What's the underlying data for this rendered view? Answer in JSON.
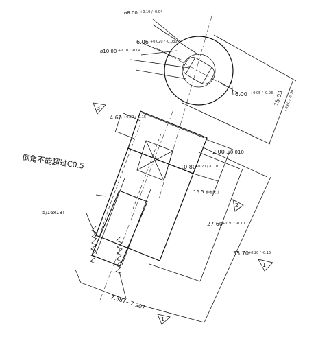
{
  "dimensions": {
    "hole_small": "ø8.00",
    "hole_small_tol": "+0.10 / -0.04",
    "slot_width": "6.06",
    "slot_width_tol": "+0.020 / -0.030",
    "hole_large": "ø10.00",
    "hole_large_tol": "+0.10 / -0.04",
    "slot_depth": "6.00",
    "slot_depth_tol": "+0.05 / -0.03",
    "outer_diameter": "15.03",
    "outer_diameter_tol": "+0.60 / -0.50",
    "head_height": "4.60",
    "head_height_tol": "+0.50 / -0.15",
    "shoulder": "2.00",
    "shoulder_tol": "±0.010",
    "bore_depth": "10.80",
    "bore_depth_tol": "+0.20 / -0.10",
    "ref_length": "16.5",
    "ref_note": "参考尺寸",
    "body_length": "27.60",
    "body_length_tol": "+0.30 / -0.10",
    "total_length": "35.70",
    "total_length_tol": "+0.20 / -0.15",
    "thread_dia": "7.587~7.907"
  },
  "notes": {
    "chamfer": "倒角不能超过C0.5",
    "thread": "5/16x18T"
  },
  "markers": {
    "flag_top": "3",
    "flag_mid": "2",
    "flag_right": "1",
    "flag_bottom": "1"
  }
}
